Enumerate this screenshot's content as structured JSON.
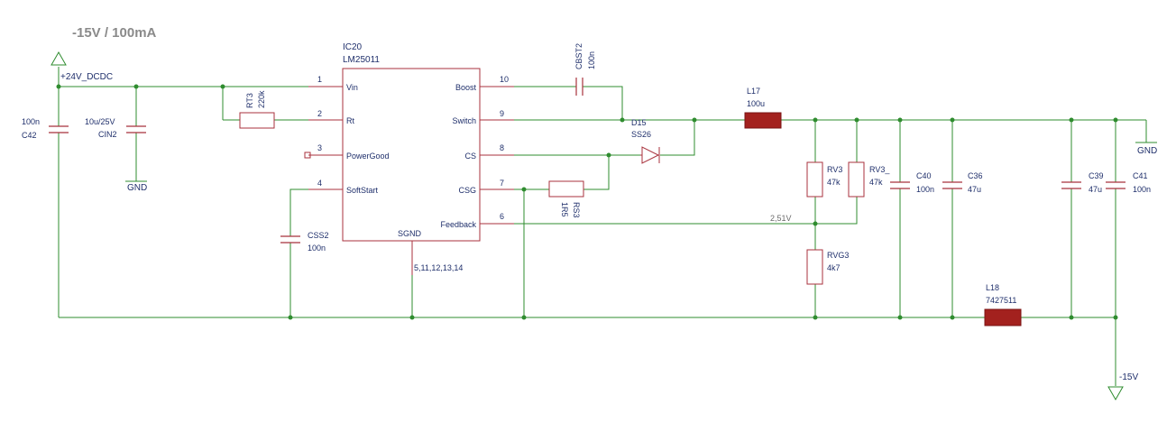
{
  "title": "-15V / 100mA",
  "ic": {
    "ref": "IC20",
    "value": "LM25011",
    "pins_left": [
      {
        "num": "1",
        "name": "Vin"
      },
      {
        "num": "2",
        "name": "Rt"
      },
      {
        "num": "3",
        "name": "PowerGood"
      },
      {
        "num": "4",
        "name": "SoftStart"
      }
    ],
    "pins_right": [
      {
        "num": "10",
        "name": "Boost"
      },
      {
        "num": "9",
        "name": "Switch"
      },
      {
        "num": "8",
        "name": "CS"
      },
      {
        "num": "7",
        "name": "CSG"
      },
      {
        "num": "6",
        "name": "Feedback"
      }
    ],
    "sgnd_label": "SGND",
    "sgnd_pins": "5,11,12,13,14"
  },
  "supplies": {
    "in_label": "+24V_DCDC",
    "out_label": "-15V",
    "gnd1": "GND",
    "gnd2": "GND"
  },
  "components": {
    "c42": {
      "ref": "C42",
      "value": "100n"
    },
    "cin2": {
      "ref": "CIN2",
      "value": "10u/25V"
    },
    "rt3": {
      "ref": "RT3",
      "value": "220k"
    },
    "css2": {
      "ref": "CSS2",
      "value": "100n"
    },
    "cbst2": {
      "ref": "CBST2",
      "value": "100n"
    },
    "d15": {
      "ref": "D15",
      "value": "SS26"
    },
    "rs3": {
      "ref": "RS3",
      "value": "1R5"
    },
    "l17": {
      "ref": "L17",
      "value": "100u"
    },
    "rv3": {
      "ref": "RV3",
      "value": "47k"
    },
    "rv3b": {
      "ref": "RV3_",
      "value": "47k"
    },
    "rvg3": {
      "ref": "RVG3",
      "value": "4k7"
    },
    "c40": {
      "ref": "C40",
      "value": "100n"
    },
    "c36": {
      "ref": "C36",
      "value": "47u"
    },
    "c39": {
      "ref": "C39",
      "value": "47u"
    },
    "c41": {
      "ref": "C41",
      "value": "100n"
    },
    "l18": {
      "ref": "L18",
      "value": "7427511"
    }
  },
  "net_labels": {
    "fb_voltage": "2,51V"
  },
  "colors": {
    "wire": "#2f8c2f",
    "component": "#a8323c",
    "inductor_fill": "#a3211e",
    "text": "#1f2f6b",
    "title": "#8a8a8a"
  }
}
